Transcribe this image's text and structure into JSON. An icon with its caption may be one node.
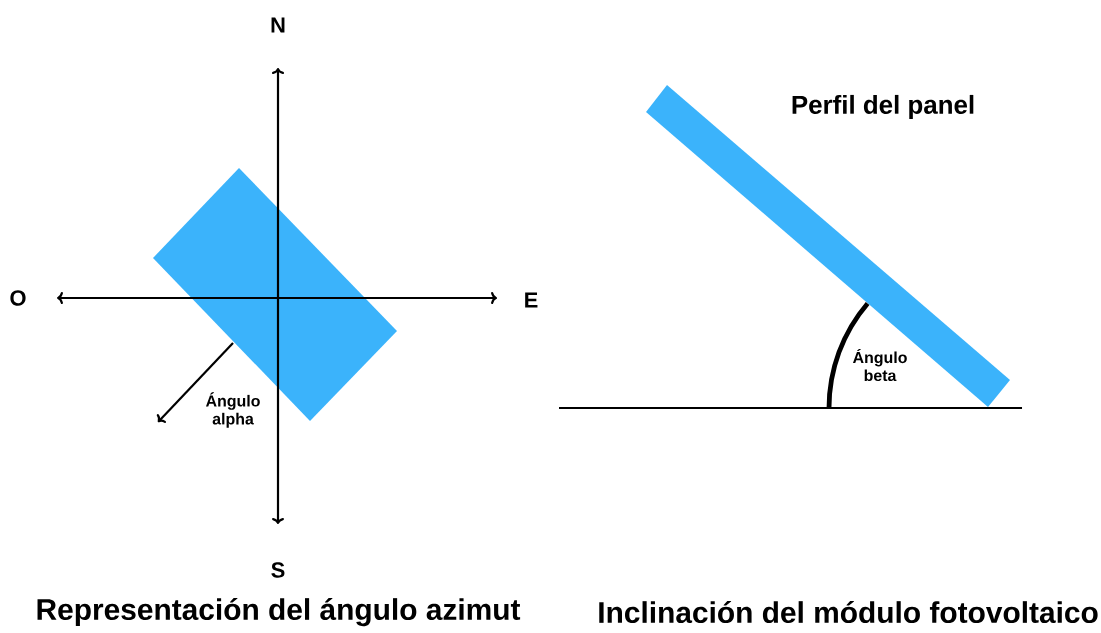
{
  "diagram": {
    "labels": [
      "N",
      "Perfil del panel",
      "O",
      "E",
      "Ángulo alpha",
      "Ángulo beta",
      "S",
      "Representación del ángulo azimut",
      "Inclinación del módulo fotovoltaico"
    ]
  }
}
